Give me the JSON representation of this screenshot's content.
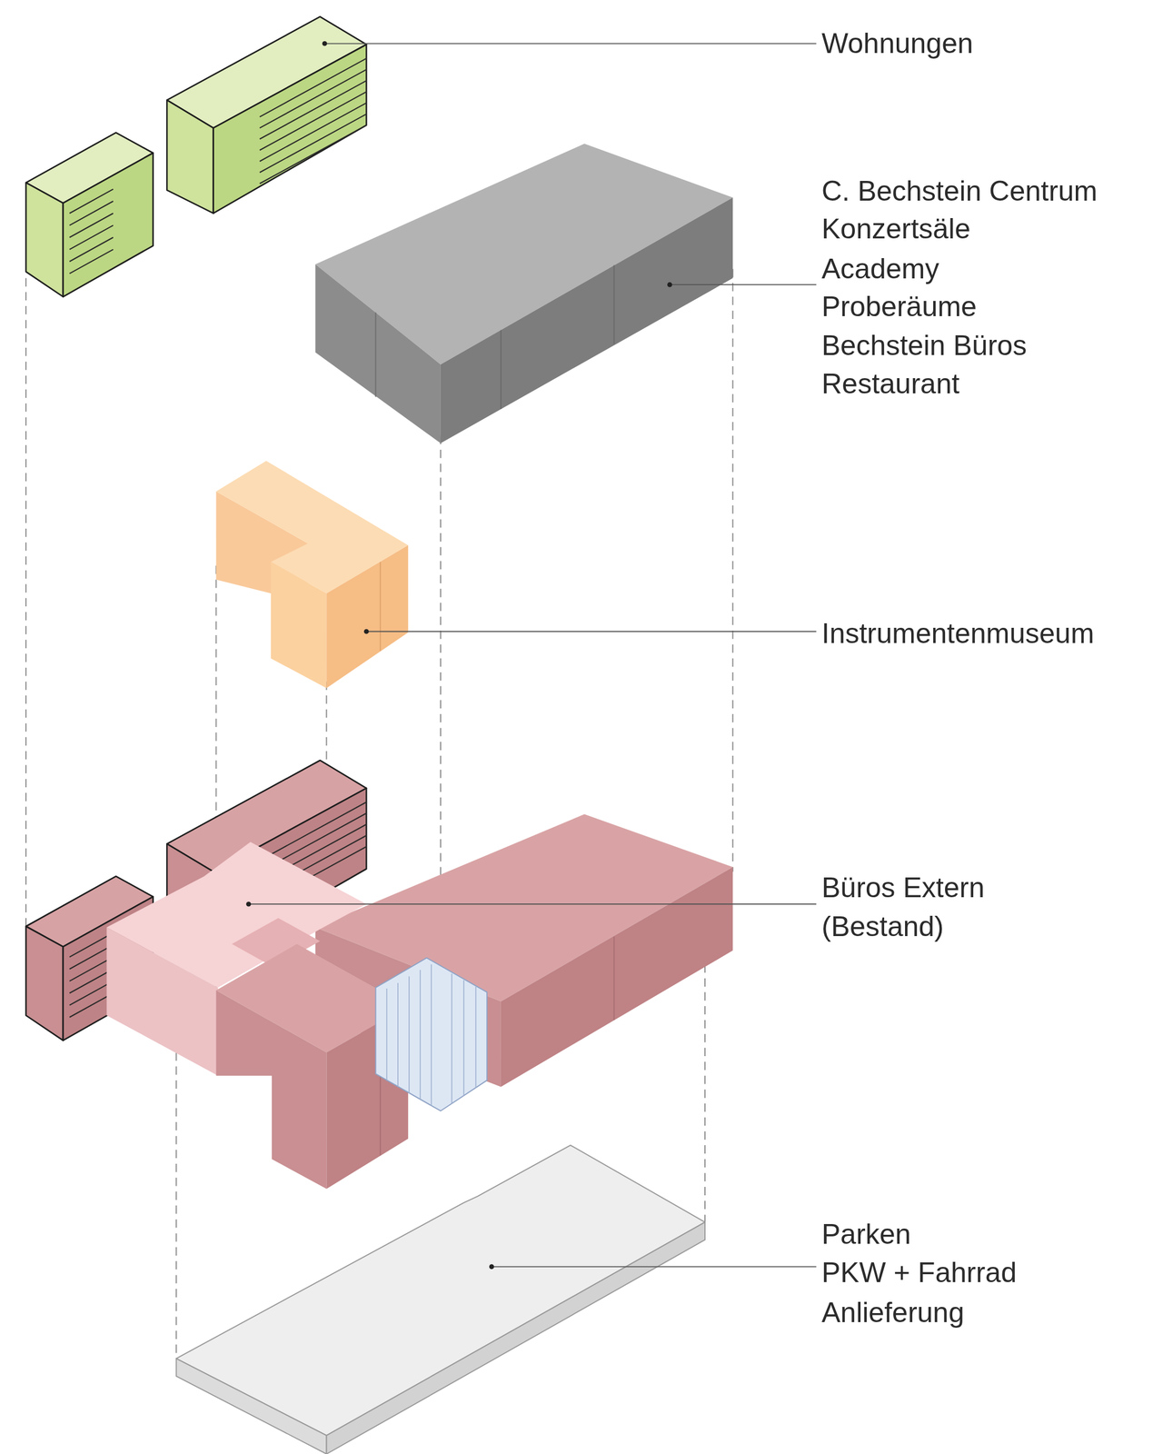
{
  "diagram": {
    "labels": [
      "Wohnungen",
      "C. Bechstein Centrum",
      "Konzertsäle",
      "Academy",
      "Proberäume",
      "Bechstein Büros",
      "Restaurant",
      "Instrumentenmuseum",
      "Büros Extern (Bestand)",
      "Parken",
      "PKW + Fahrrad",
      "Anlieferung"
    ]
  }
}
